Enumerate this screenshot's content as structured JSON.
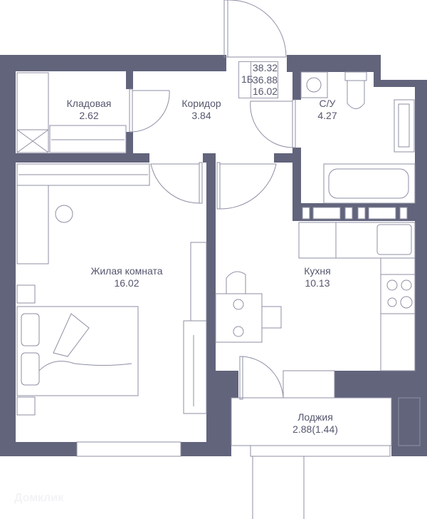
{
  "plan": {
    "wall_color": "#62647c",
    "line_color": "#8d8fa3",
    "apartment": {
      "type_code": "1Б",
      "total_area": "38.32",
      "area_without_loggia": "36.88",
      "living_area": "16.02"
    },
    "rooms": [
      {
        "name": "Кладовая",
        "area": "2.62"
      },
      {
        "name": "Коридор",
        "area": "3.84"
      },
      {
        "name": "С/У",
        "area": "4.27"
      },
      {
        "name": "Жилая комната",
        "area": "16.02"
      },
      {
        "name": "Кухня",
        "area": "10.13"
      },
      {
        "name": "Лоджия",
        "area": "2.88(1.44)"
      }
    ],
    "watermark": "Домклик"
  }
}
